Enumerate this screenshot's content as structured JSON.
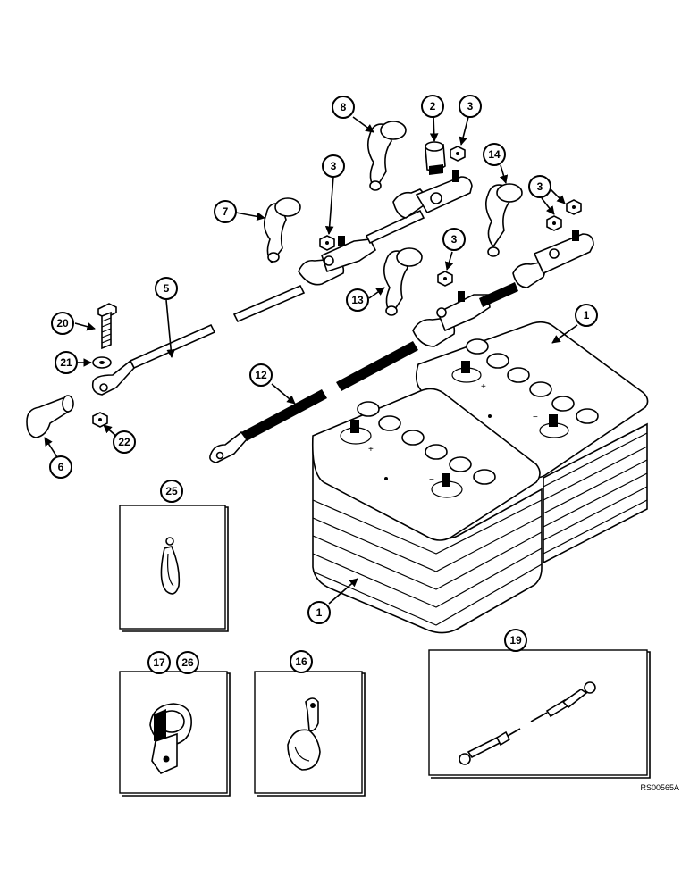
{
  "callouts": {
    "c1a": "1",
    "c1b": "1",
    "c2": "2",
    "c3a": "3",
    "c3b": "3",
    "c3c": "3",
    "c3d": "3",
    "c5": "5",
    "c6": "6",
    "c7": "7",
    "c8": "8",
    "c12": "12",
    "c13": "13",
    "c14": "14",
    "c16": "16",
    "c17": "17",
    "c19": "19",
    "c20": "20",
    "c21": "21",
    "c22": "22",
    "c25": "25",
    "c26": "26"
  },
  "battery_terminals": {
    "plus": "+",
    "minus": "−"
  },
  "reference_code": "RS00565A"
}
